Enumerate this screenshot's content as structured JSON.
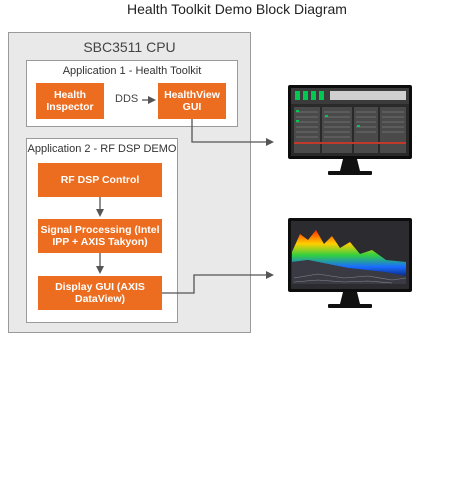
{
  "title": "Health Toolkit Demo Block Diagram",
  "cpu": {
    "label": "SBC3511 CPU"
  },
  "app1": {
    "label": "Application 1 - Health Toolkit",
    "health_inspector": "Health Inspector",
    "connector_label": "DDS",
    "healthview_gui": "HealthView GUI"
  },
  "app2": {
    "label": "Application 2 - RF DSP DEMO",
    "rf_dsp_control": "RF DSP Control",
    "signal_processing": "Signal Processing (Intel IPP + AXIS Takyon)",
    "display_gui": "Display GUI (AXIS DataView)"
  },
  "colors": {
    "block": "#ec6d1f",
    "frame": "#e9e9e9",
    "arrow": "#555555"
  }
}
